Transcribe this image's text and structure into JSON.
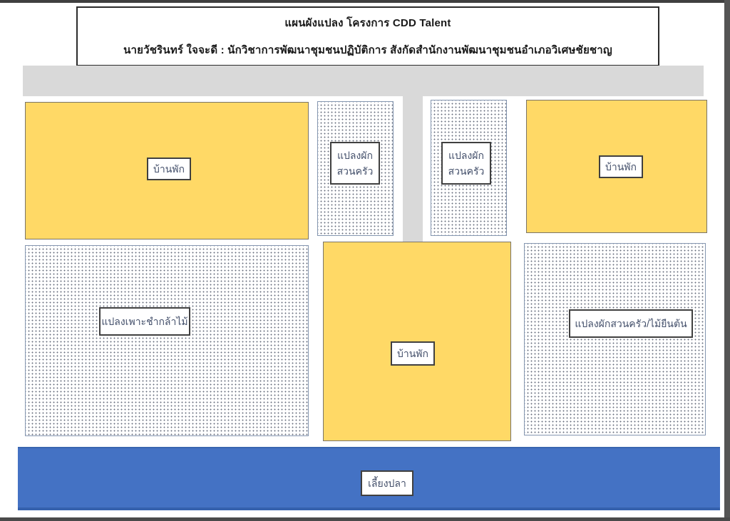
{
  "header": {
    "line1": "แผนผังแปลง โครงการ CDD Talent",
    "line2": "นายวัชรินทร์  ใจจะดี : นักวิชาการพัฒนาชุมชนปฏิบัติการ สังกัดสำนักงานพัฒนาชุมชนอำเภอวิเศษชัยชาญ"
  },
  "plots": {
    "house": {
      "label": "บ้านพัก"
    },
    "vegetable_garden": {
      "label_line1": "แปลงผัก",
      "label_line2": "สวนครัว"
    },
    "seedling_nursery": {
      "label": "แปลงเพาะชำกล้าไม้"
    },
    "vegetable_perennial": {
      "label": "แปลงผักสวนครัว/ไม้ยืนต้น"
    },
    "fish_pond": {
      "label": "เลี้ยงปลา"
    }
  },
  "colors": {
    "house_fill": "#FFD966",
    "road_fill": "#D9D9D9",
    "pond_fill": "#4472C4",
    "pond_edge": "#3561AD",
    "dotted_plot_border": "#8496B0",
    "dotted_plot_dot": "#6B7280",
    "frame_background": "#4D4D4D",
    "page_background": "#FFFFFF"
  }
}
